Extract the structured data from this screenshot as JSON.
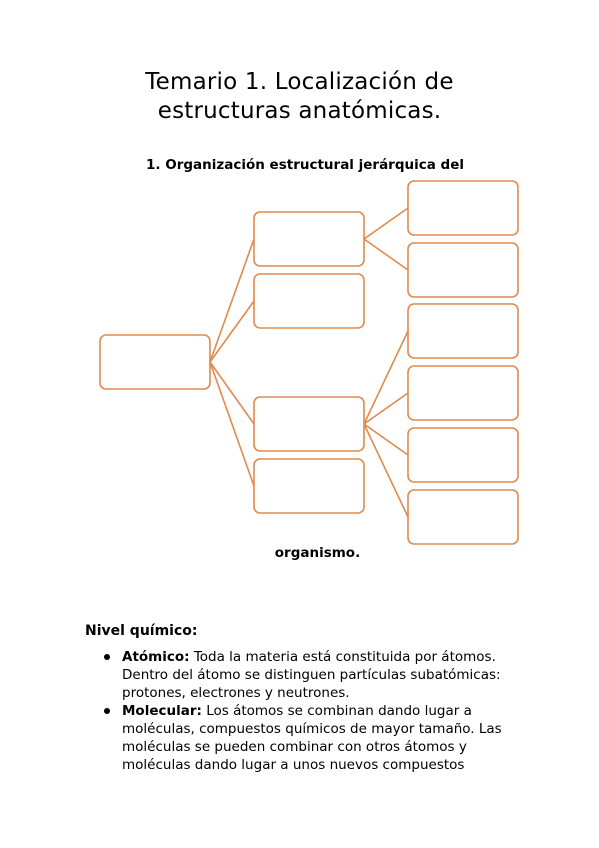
{
  "page": {
    "title_line1": "Temario 1. Localización de",
    "title_line2": "estructuras anatómicas.",
    "section_title": "1. Organización estructural jerárquica del",
    "section_title_tail": "organismo.",
    "colors": {
      "box_stroke": "#e08a4d",
      "text": "#000000"
    }
  },
  "nivel_quimico": {
    "heading": "Nivel químico:",
    "items": [
      {
        "term": "Atómico:",
        "text": " Toda la materia está constituida por átomos. Dentro del átomo se distinguen partículas subatómicas: protones, electrones y neutrones."
      },
      {
        "term": "Molecular:",
        "text": " Los átomos se combinan dando lugar a moléculas, compuestos químicos de mayor tamaño. Las moléculas se pueden combinar con otros átomos y moléculas dando lugar a unos nuevos compuestos"
      }
    ]
  }
}
